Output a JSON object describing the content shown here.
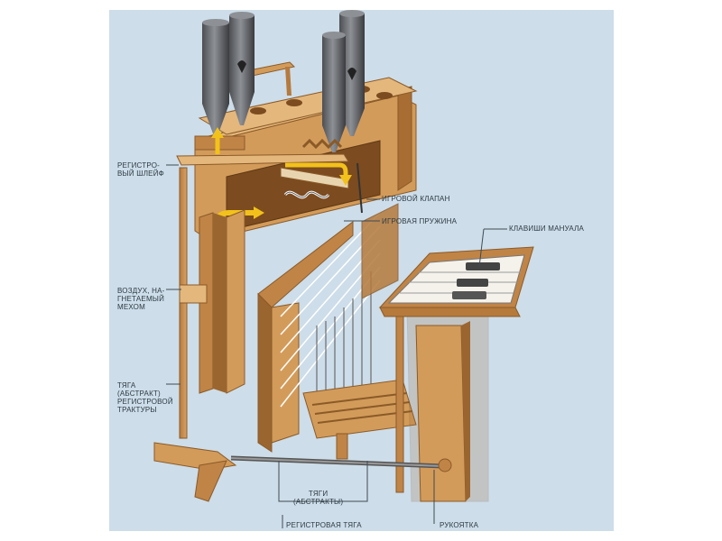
{
  "labels": {
    "register_slider": "РЕГИСТРО-\nВЫЙ ШЛЕЙФ",
    "pallet_valve": "ИГРОВОЙ КЛАПАН",
    "pallet_spring": "ИГРОВАЯ ПРУЖИНА",
    "manual_keys": "КЛАВИШИ МАНУАЛА",
    "bellows_air": "ВОЗДУХ, НА-\nГНЕТАЕМЫЙ\nМЕХОМ",
    "register_tracker": "ТЯГА\n(АБСТРАКТ)\nРЕГИСТРОВОЙ\nТРАКТУРЫ",
    "trackers": "ТЯГИ\n(АБСТРАКТЫ)",
    "register_rod": "РЕГИСТРОВАЯ ТЯГА",
    "handle": "РУКОЯТКА"
  },
  "colors": {
    "background": "#cddde9",
    "wood": "#c8914f",
    "wood_dark": "#9b6530",
    "wood_light": "#e4b77c",
    "pipe_metal": "#6e7074",
    "air_arrow": "#f2c21b",
    "leader_line": "#3f4a52"
  }
}
